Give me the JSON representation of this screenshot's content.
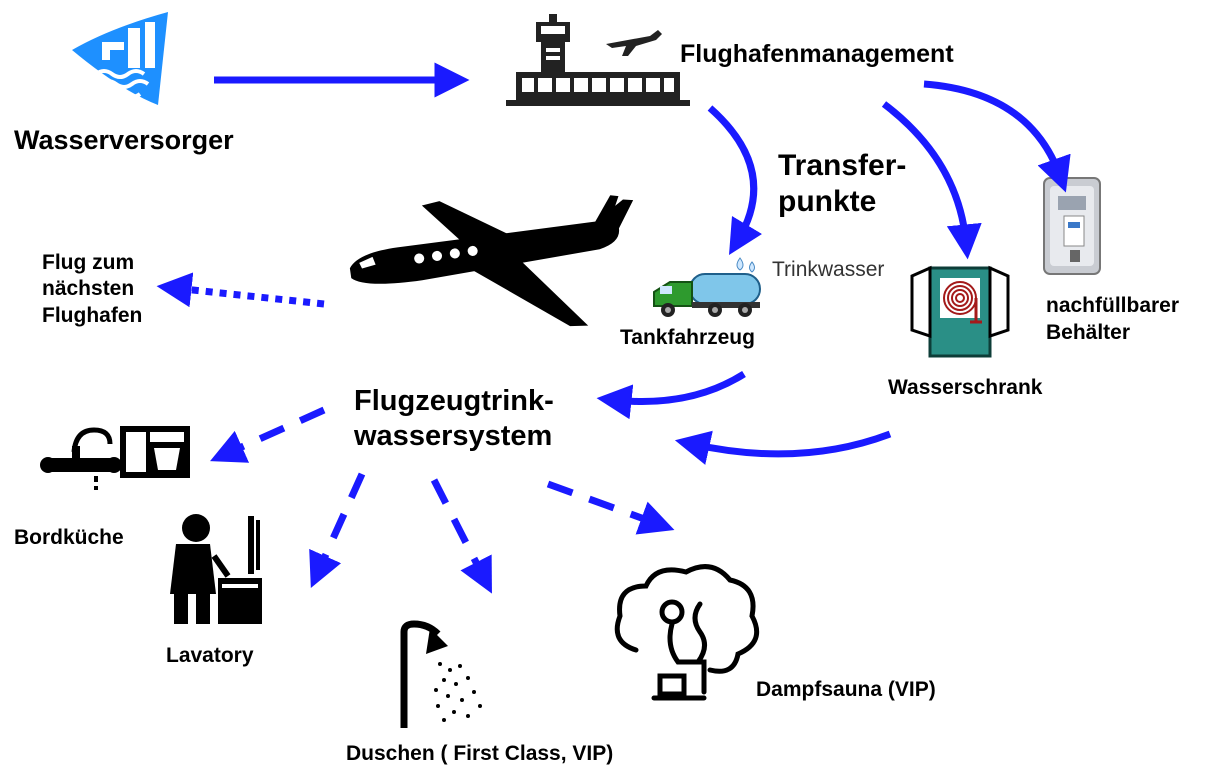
{
  "colors": {
    "arrow": "#1a1aff",
    "accent_blue": "#1e90ff",
    "truck_green": "#2e9a2e",
    "truck_tank": "#7fc6ea",
    "cabinet_teal": "#2a8f86",
    "ink": "#000000"
  },
  "labels": {
    "wasserversorger": "Wasserversorger",
    "flughafenmanagement": "Flughafenmanagement",
    "transferpunkte": "Transfer-\npunkte",
    "trinkwasser": "Trinkwasser",
    "tankfahrzeug": "Tankfahrzeug",
    "wasserschrank": "Wasserschrank",
    "behaelter": "nachfüllbarer\nBehälter",
    "flug": "Flug zum\nnächsten\nFlughafen",
    "system": "Flugzeugtrink-\nwassersystem",
    "bordkueche": "Bordküche",
    "lavatory": "Lavatory",
    "duschen": "Duschen ( First Class, VIP)",
    "sauna": "Dampfsauna (VIP)"
  },
  "icons": {
    "water_supplier": "water-utility-icon",
    "airport": "airport-terminal-icon",
    "airplane": "airplane-icon",
    "truck": "tank-truck-icon",
    "cabinet": "water-cabinet-icon",
    "container": "refillable-container-icon",
    "galley": "galley-icon",
    "lavatory": "lavatory-icon",
    "shower": "shower-icon",
    "sauna": "steam-sauna-icon"
  }
}
